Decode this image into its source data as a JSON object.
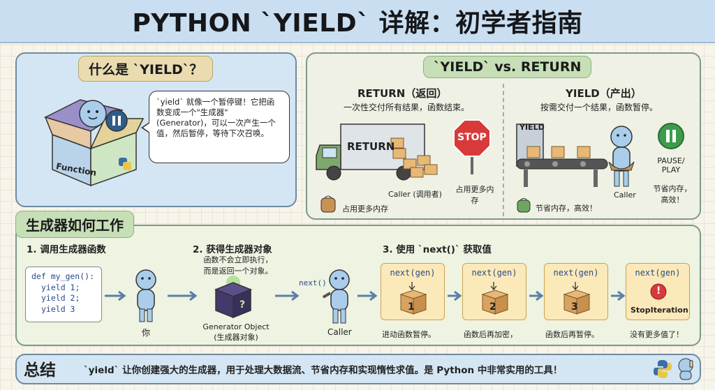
{
  "header": {
    "title": "PYTHON `YIELD` 详解：初学者指南"
  },
  "what": {
    "title": "什么是 `YIELD`？",
    "box_label": "Function",
    "bubble": "`yield` 就像一个暂停键！它把函数变成一个\"生成器\"(Generator)，可以一次产生一个值，然后暂停，等待下次召唤。"
  },
  "vs": {
    "title": "`YIELD` vs. RETURN",
    "return": {
      "heading": "RETURN（返回）",
      "desc": "一次性交付所有结果，函数结束。",
      "truck_label": "RETURN",
      "stop_sign": "STOP",
      "caller": "Caller (调用者)",
      "memory_left": "占用更多内存",
      "memory_right": "占用更多内存"
    },
    "yield": {
      "heading": "YIELD（产出）",
      "desc": "按需交付一个结果，函数暂停。",
      "belt_label": "YIELD",
      "caller": "Caller",
      "pause_label": "PAUSE/\nPLAY",
      "save_left": "节省内存，高效！",
      "save_right": "节省内存，\n高效！"
    }
  },
  "how": {
    "title": "生成器如何工作",
    "step1": "1. 调用生成器函数",
    "step2": "2. 获得生成器对象",
    "step2_desc": "函数不会立即执行，\n而是返回一个对象。",
    "step3": "3. 使用 `next()` 获取值",
    "code": [
      "def my_gen():",
      "yield 1;",
      "yield 2;",
      "yield 3"
    ],
    "you": "你",
    "gen_object": "Generator Object\n(生成器对象)",
    "next_label": "next()",
    "caller": "Caller",
    "boxes": [
      {
        "call": "next(gen)",
        "num": "1",
        "caption": "进动函数暂停。"
      },
      {
        "call": "next(gen)",
        "num": "2",
        "caption": "函数后再加密，"
      },
      {
        "call": "next(gen)",
        "num": "3",
        "caption": "函数后再暂停。"
      },
      {
        "call": "next(gen)",
        "num": "!",
        "end": "StopIteration",
        "caption": "没有更多值了！"
      }
    ]
  },
  "summary": {
    "title": "总结",
    "text": "`yield` 让你创建强大的生成器，用于处理大数据流、节省内存和实现惰性求值。是 Python 中非常实用的工具！"
  },
  "colors": {
    "banner": "#c9def0",
    "blue_panel": "#d4e6f3",
    "green_panel": "#eef3e2",
    "box": "#fbe9b9",
    "stop": "#d83a3a",
    "play": "#3e9b4c"
  }
}
